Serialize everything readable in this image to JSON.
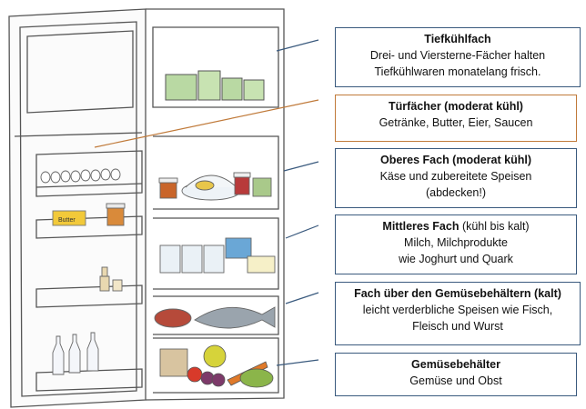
{
  "labels": [
    {
      "id": "freezer",
      "title": "Tiefkühlfach",
      "suffix": "",
      "lines": [
        "Drei- und Viersterne-Fächer halten",
        "Tiefkühlwaren monatelang frisch."
      ],
      "border": "#3a5a7e"
    },
    {
      "id": "door",
      "title": "Türfächer (moderat kühl)",
      "suffix": "",
      "lines": [
        "Getränke, Butter, Eier, Saucen"
      ],
      "border": "#c07a3a"
    },
    {
      "id": "upper",
      "title": "Oberes Fach (moderat kühl)",
      "suffix": "",
      "lines": [
        "Käse und zubereitete Speisen",
        "(abdecken!)"
      ],
      "border": "#3a5a7e"
    },
    {
      "id": "middle",
      "title": "Mittleres Fach",
      "suffix": " (kühl bis kalt)",
      "lines": [
        "Milch, Milchprodukte",
        "wie Joghurt und Quark"
      ],
      "border": "#3a5a7e"
    },
    {
      "id": "above-crisper",
      "title": "Fach über den Gemüsebehältern (kalt)",
      "suffix": "",
      "lines": [
        "leicht verderbliche Speisen wie Fisch,",
        "Fleisch und Wurst"
      ],
      "border": "#3a5a7e"
    },
    {
      "id": "crisper",
      "title": "Gemüsebehälter",
      "suffix": "",
      "lines": [
        "Gemüse und Obst"
      ],
      "border": "#3a5a7e"
    }
  ],
  "product_text": {
    "butter": "Butter"
  },
  "colors": {
    "outline": "#555555",
    "blue_connector": "#3a5a7e",
    "orange_connector": "#c07a3a",
    "freezer_box": "#b9d9a3",
    "jam": "#c9652a",
    "butter": "#f2c93a",
    "fish": "#9aa4ad",
    "sausage": "#b64a3a",
    "tomato": "#d83a2a",
    "apple": "#d6d33a",
    "grapes": "#7d3a6a",
    "lettuce": "#8bb54a",
    "carrot": "#e07a2a"
  }
}
